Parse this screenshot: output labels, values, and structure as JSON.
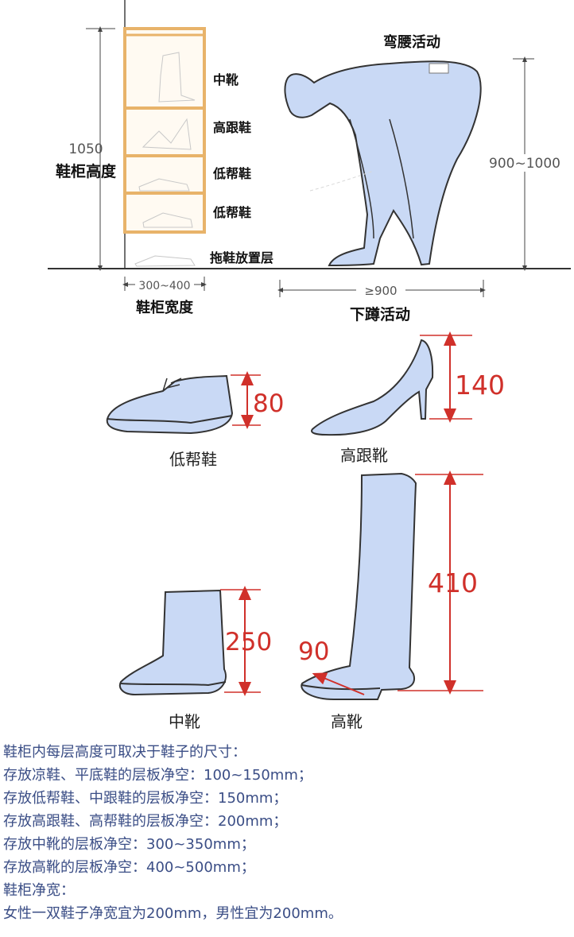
{
  "diagram": {
    "bend_label": "弯腰活动",
    "squat_label": "下蹲活动",
    "squat_dim": "≥900",
    "height_range": "900~1000",
    "cabinet_height_value": "1050",
    "cabinet_height_label": "鞋柜高度",
    "cabinet_width_dim": "300~400",
    "cabinet_width_label": "鞋柜宽度",
    "shelf_labels": [
      "中靴",
      "高跟鞋",
      "低帮鞋",
      "低帮鞋"
    ],
    "slipper_label": "拖鞋放置层"
  },
  "shoes": {
    "low_top": {
      "label": "低帮鞋",
      "dim": "80"
    },
    "high_heel": {
      "label": "高跟靴",
      "dim": "140"
    },
    "mid_boot": {
      "label": "中靴",
      "dim": "250"
    },
    "tall_boot": {
      "label": "高靴",
      "dim": "410",
      "width_dim": "90"
    }
  },
  "notes": [
    "鞋柜内每层高度可取决于鞋子的尺寸：",
    "存放凉鞋、平底鞋的层板净空：100~150mm；",
    "存放低帮鞋、中跟鞋的层板净空：150mm；",
    "存放高跟鞋、高帮鞋的层板净空：200mm；",
    "存放中靴的层板净空：300~350mm；",
    "存放高靴的层板净空：400~500mm；",
    "鞋柜净宽：",
    "女性一双鞋子净宽宜为200mm，男性宜为200mm。"
  ],
  "colors": {
    "fill": "#c9d9f5",
    "dim_red": "#d0302a",
    "cabinet_wood": "#e8b36a",
    "note_text": "#3b4e86"
  }
}
